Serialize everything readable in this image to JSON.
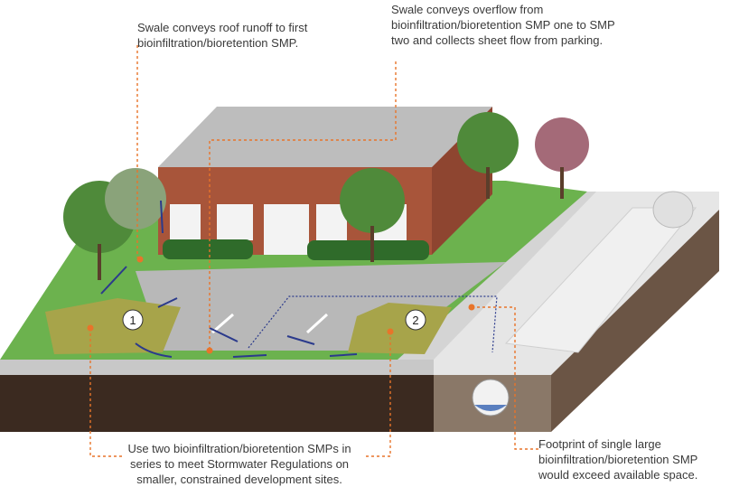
{
  "callouts": {
    "roof_swale": [
      "Swale conveys roof runoff to first",
      "bioinfiltration/bioretention SMP."
    ],
    "overflow_swale": [
      "Swale conveys overflow from",
      "bioinfiltration/bioretention SMP one to SMP",
      "two and collects sheet flow from parking."
    ],
    "two_smps": [
      "Use two bioinfiltration/bioretention SMPs in",
      "series to meet Stormwater Regulations on",
      "smaller, constrained development sites."
    ],
    "footprint": [
      "Footprint of single large",
      "bioinfiltration/bioretention SMP",
      "would exceed available space."
    ]
  },
  "markers": {
    "smp1": "1",
    "smp2": "2"
  },
  "colors": {
    "leader": "#e8742a",
    "flow_arrow": "#2b3a8c",
    "grass": "#5fa84a",
    "brick": "#a8553a",
    "soil": "#3a2a20"
  }
}
